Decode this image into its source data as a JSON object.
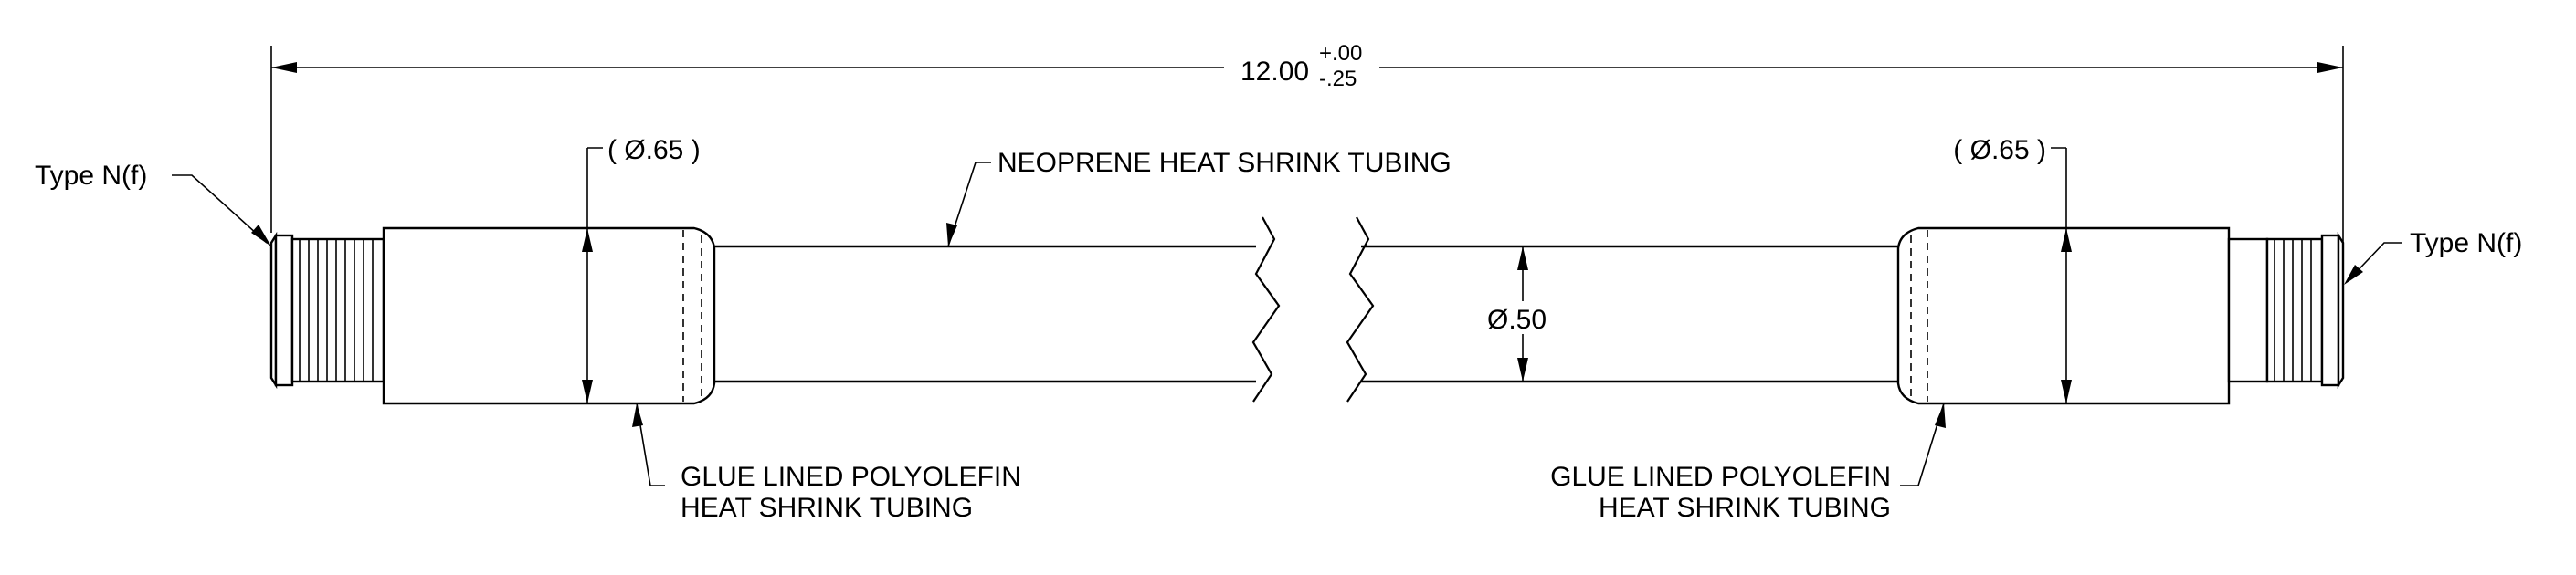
{
  "overall_dimension": {
    "nominal": "12.00",
    "tol_plus": "+.00",
    "tol_minus": "-.25"
  },
  "left_connector_label": "Type N(f)",
  "right_connector_label": "Type N(f)",
  "left_boot_diameter": "( Ø.65 )",
  "right_boot_diameter": "( Ø.65 )",
  "cable_diameter": "Ø.50",
  "neoprene_callout": "NEOPRENE HEAT SHRINK TUBING",
  "left_glue_callout": {
    "line1": "GLUE LINED POLYOLEFIN",
    "line2": "HEAT SHRINK TUBING"
  },
  "right_glue_callout": {
    "line1": "GLUE LINED POLYOLEFIN",
    "line2": "HEAT SHRINK TUBING"
  }
}
